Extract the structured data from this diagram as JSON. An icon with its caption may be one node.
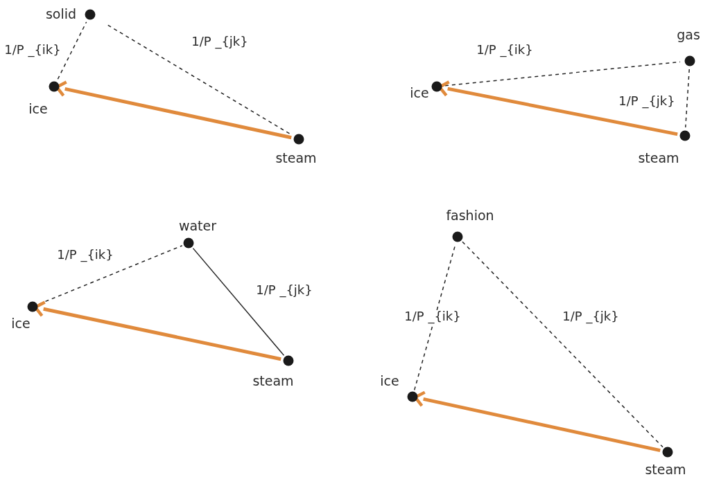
{
  "diagram": {
    "nodes": [
      {
        "text": [],
        "shape": "circle",
        "beside": [
          "solid"
        ]
      },
      {
        "text": [],
        "shape": "circle",
        "beside": [
          "ice"
        ]
      },
      {
        "text": [],
        "shape": "circle",
        "beside": [
          "steam"
        ]
      },
      {
        "text": [],
        "shape": "circle",
        "beside": [
          "gas"
        ]
      },
      {
        "text": [],
        "shape": "circle",
        "beside": [
          "ice"
        ]
      },
      {
        "text": [],
        "shape": "circle",
        "beside": [
          "steam"
        ]
      },
      {
        "text": [],
        "shape": "circle",
        "beside": [
          "water"
        ]
      },
      {
        "text": [],
        "shape": "circle",
        "beside": [
          "ice"
        ]
      },
      {
        "text": [],
        "shape": "circle",
        "beside": [
          "steam"
        ]
      },
      {
        "text": [],
        "shape": "circle",
        "beside": [
          "fashion"
        ]
      },
      {
        "text": [],
        "shape": "circle",
        "beside": [
          "ice"
        ]
      },
      {
        "text": [],
        "shape": "circle",
        "beside": [
          "steam"
        ]
      }
    ],
    "edges": [
      {
        "from": 1,
        "to": 0,
        "arrow": "none",
        "label": "1/P _{ik}",
        "style": "dashed"
      },
      {
        "from": 0,
        "to": 2,
        "arrow": "none",
        "label": "1/P _{jk}",
        "style": "dashed"
      },
      {
        "from": 2,
        "to": 1,
        "arrow": "to",
        "style": "thick",
        "color": "#e08a3c"
      },
      {
        "from": 4,
        "to": 3,
        "arrow": "none",
        "label": "1/P _{ik}",
        "style": "dashed"
      },
      {
        "from": 3,
        "to": 5,
        "arrow": "none",
        "label": "1/P _{jk}",
        "style": "dashed"
      },
      {
        "from": 5,
        "to": 4,
        "arrow": "to",
        "style": "thick",
        "color": "#e08a3c"
      },
      {
        "from": 7,
        "to": 6,
        "arrow": "none",
        "label": "1/P _{ik}",
        "style": "dashed"
      },
      {
        "from": 6,
        "to": 8,
        "arrow": "none",
        "label": "1/P _{jk}"
      },
      {
        "from": 8,
        "to": 7,
        "arrow": "to",
        "style": "thick",
        "color": "#e08a3c"
      },
      {
        "from": 10,
        "to": 9,
        "arrow": "none",
        "label": "1/P _{ik}",
        "style": "dashed"
      },
      {
        "from": 9,
        "to": 11,
        "arrow": "none",
        "label": "1/P _{jk}",
        "style": "dashed"
      },
      {
        "from": 11,
        "to": 10,
        "arrow": "to",
        "style": "thick",
        "color": "#e08a3c"
      }
    ]
  }
}
